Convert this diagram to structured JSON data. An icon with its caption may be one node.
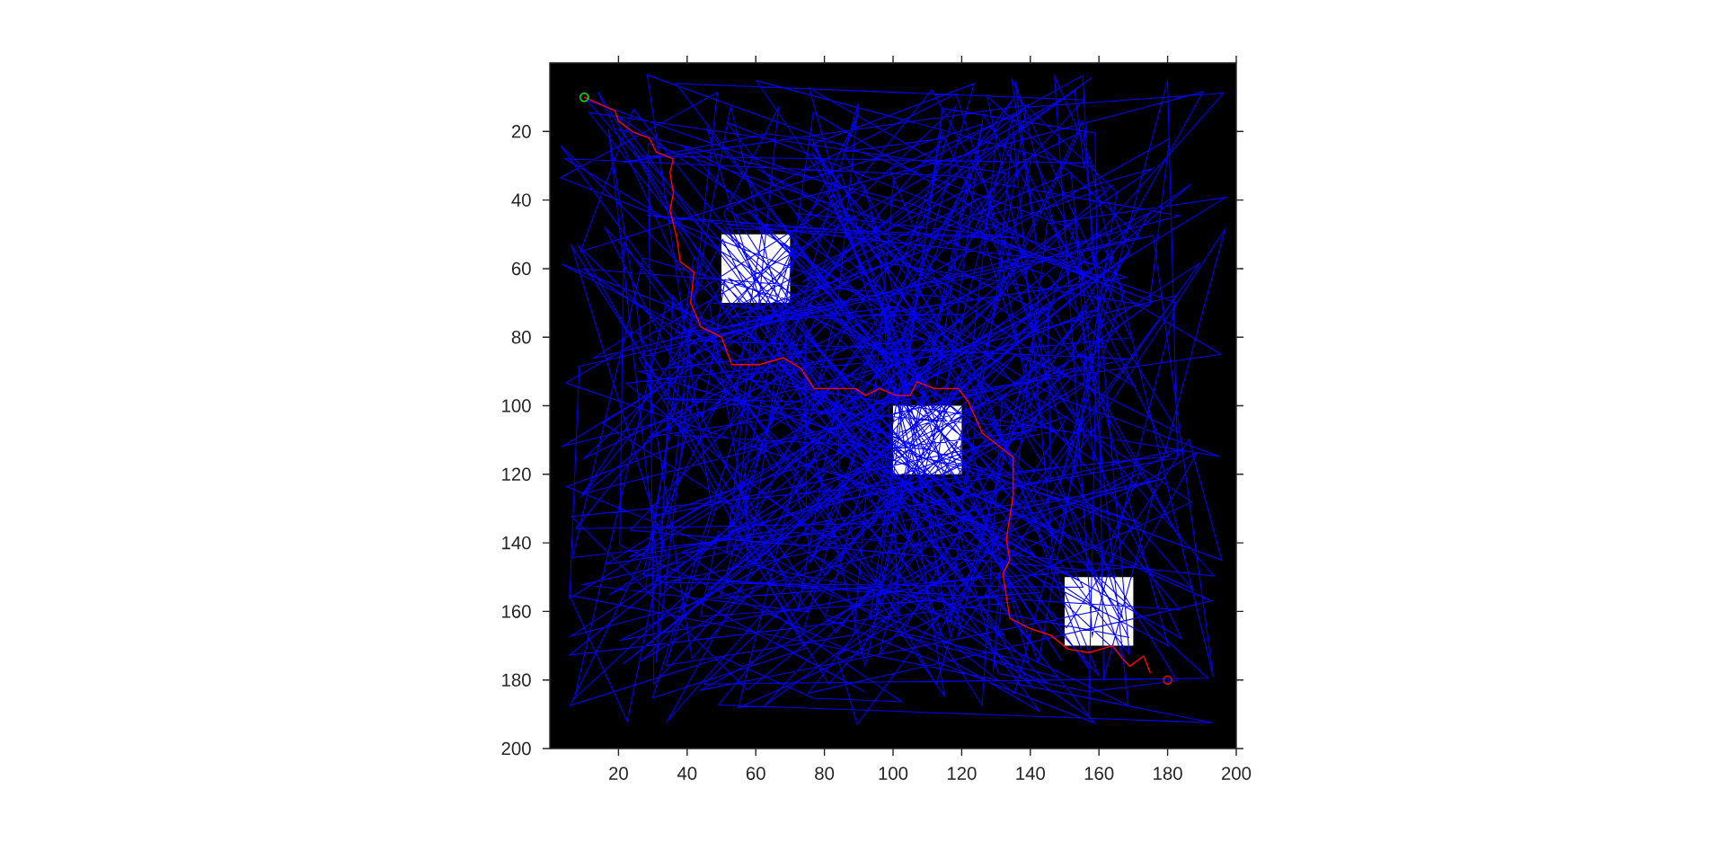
{
  "diagram": {
    "chart_data": {
      "type": "line",
      "xlim": [
        0,
        200
      ],
      "ylim": [
        200,
        0
      ],
      "xticks": [
        20,
        40,
        60,
        80,
        100,
        120,
        140,
        160,
        180,
        200
      ],
      "yticks": [
        20,
        40,
        60,
        80,
        100,
        120,
        140,
        160,
        180,
        200
      ],
      "series": [
        {
          "type": "area",
          "color": "#ffffff",
          "x": [
            50,
            70,
            70,
            50,
            50
          ],
          "values": [
            50,
            50,
            70,
            70,
            50
          ]
        },
        {
          "type": "area",
          "color": "#ffffff",
          "x": [
            100,
            120,
            120,
            100,
            100
          ],
          "values": [
            100,
            100,
            120,
            120,
            100
          ]
        },
        {
          "type": "area",
          "color": "#ffffff",
          "x": [
            150,
            170,
            170,
            150,
            150
          ],
          "values": [
            150,
            150,
            170,
            170,
            150
          ]
        },
        {
          "color": "#ff0000",
          "x": [
            10,
            19,
            20,
            24,
            29,
            31,
            36,
            35,
            36,
            35,
            37,
            38,
            42,
            41,
            44,
            50,
            53,
            61,
            68,
            73,
            77,
            83,
            89,
            92,
            96,
            101,
            105,
            107,
            112,
            119,
            122,
            126,
            135,
            135,
            133,
            134,
            132,
            134,
            140,
            146,
            151,
            157,
            164,
            167,
            169,
            173,
            175
          ],
          "values": [
            10,
            14,
            17,
            20,
            22,
            26,
            28,
            32,
            38,
            43,
            51,
            58,
            61,
            70,
            77,
            80,
            88,
            88,
            86,
            89,
            95,
            95,
            95,
            97,
            95,
            97,
            97,
            93,
            95,
            95,
            99,
            108,
            115,
            126,
            139,
            145,
            149,
            162,
            165,
            167,
            171,
            172,
            170,
            174,
            176,
            173,
            178
          ]
        },
        {
          "color": "#00ff00",
          "marker": "circle",
          "x": [
            10
          ],
          "values": [
            10
          ]
        },
        {
          "color": "#ff0000",
          "marker": "circle",
          "x": [
            180
          ],
          "values": [
            180
          ]
        }
      ]
    }
  }
}
